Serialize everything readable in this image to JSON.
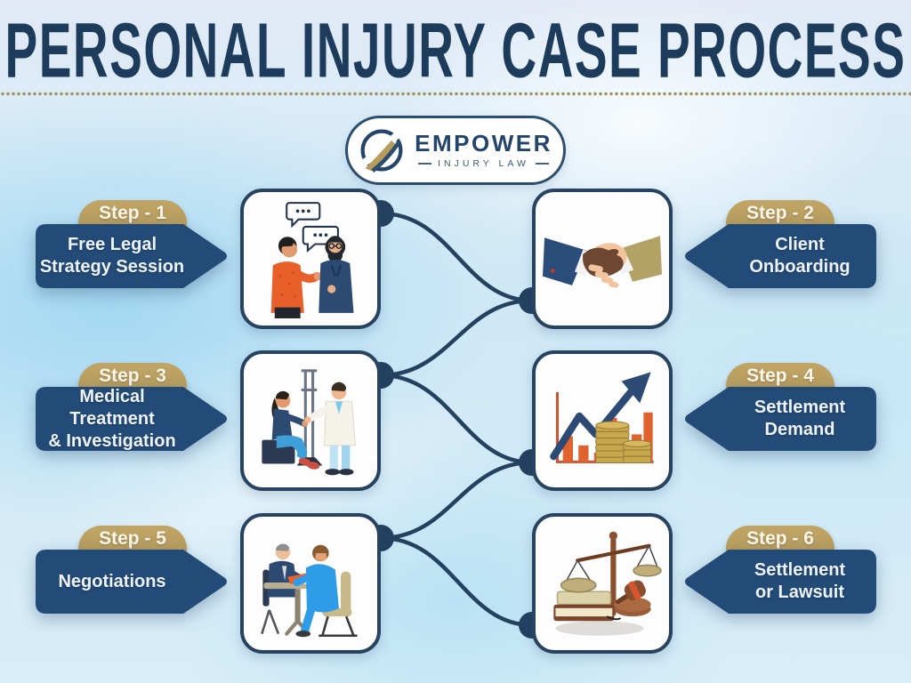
{
  "title": "PERSONAL INJURY CASE PROCESS",
  "logo": {
    "brand": "EMPOWER",
    "tagline": "INJURY LAW",
    "emblem_icon": "road-swoosh-circle-icon"
  },
  "steps": [
    {
      "badge": "Step - 1",
      "lines": [
        "Free Legal",
        "Strategy Session"
      ],
      "side": "left",
      "icon": "consultation-illustration"
    },
    {
      "badge": "Step - 2",
      "lines": [
        "Client",
        "Onboarding"
      ],
      "side": "right",
      "icon": "handshake-illustration"
    },
    {
      "badge": "Step - 3",
      "lines": [
        "Medical Treatment",
        "& Investigation"
      ],
      "side": "left",
      "icon": "medical-treatment-illustration"
    },
    {
      "badge": "Step - 4",
      "lines": [
        "Settlement",
        "Demand"
      ],
      "side": "right",
      "icon": "settlement-chart-illustration"
    },
    {
      "badge": "Step - 5",
      "lines": [
        "Negotiations"
      ],
      "side": "left",
      "icon": "negotiation-illustration"
    },
    {
      "badge": "Step - 6",
      "lines": [
        "Settlement",
        "or Lawsuit"
      ],
      "side": "right",
      "icon": "justice-scales-illustration"
    }
  ],
  "colors": {
    "navy": "#24415f",
    "banner_navy": "#234b77",
    "gold": "#b79c5c",
    "accent_orange": "#e0622f",
    "background_blue": "#d7ebf7",
    "title_navy": "#1d3c5c"
  }
}
